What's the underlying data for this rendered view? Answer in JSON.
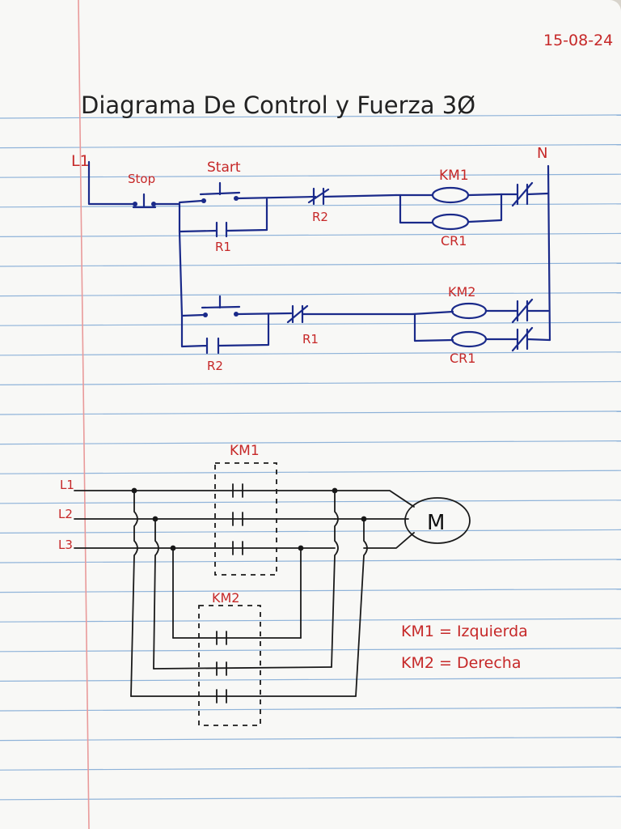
{
  "page": {
    "date": "15-08-24",
    "title": "Diagrama De Control y Fuerza 3Ø"
  },
  "control": {
    "l1": "L1",
    "n": "N",
    "stop": "Stop",
    "start": "Start",
    "r1": "R1",
    "r2": "R2",
    "km1": "KM1",
    "cr1_top": "CR1",
    "km2": "KM2",
    "cr1_bottom": "CR1",
    "r1_rung2": "R1",
    "r2_rung2": "R2"
  },
  "power": {
    "km1": "KM1",
    "km2": "KM2",
    "l1": "L1",
    "l2": "L2",
    "l3": "L3",
    "motor": "M"
  },
  "legend": {
    "km1": "KM1 = Izquierda",
    "km2": "KM2 = Derecha"
  },
  "colors": {
    "ink_blue": "#1a2a8a",
    "ink_red": "#c62828",
    "margin_line": "#e99a9a",
    "ruled_line": "#8fb3d9"
  }
}
